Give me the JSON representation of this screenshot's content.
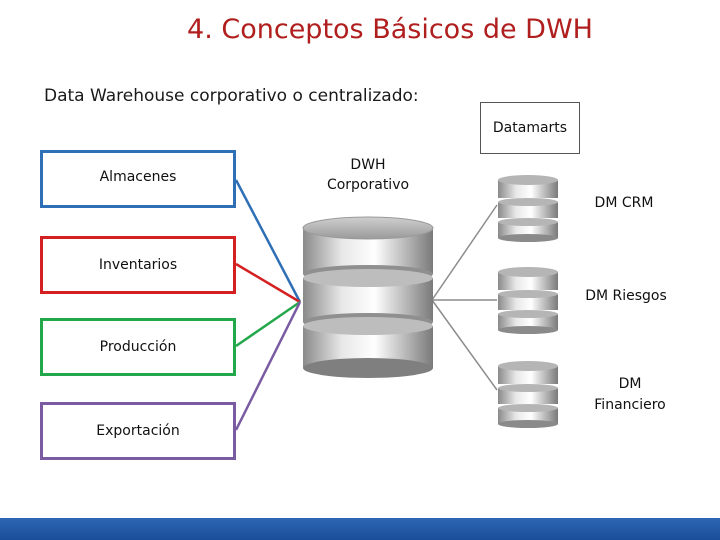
{
  "title": "4. Conceptos Básicos de DWH",
  "subtitle": "Data Warehouse corporativo o centralizado:",
  "sources": [
    {
      "label": "Almacenes",
      "color": "#2e6fb5"
    },
    {
      "label": "Inventarios",
      "color": "#d42020"
    },
    {
      "label": "Producción",
      "color": "#22a84a"
    },
    {
      "label": "Exportación",
      "color": "#7a5aa0"
    }
  ],
  "dwh": {
    "line1": "DWH",
    "line2": "Corporativo",
    "icon": "database-icon"
  },
  "datamarts": {
    "label": "Datamarts",
    "items": [
      {
        "line1": "DM CRM",
        "line2": ""
      },
      {
        "line1": "DM Riesgos",
        "line2": ""
      },
      {
        "line1": "DM",
        "line2": "Financiero"
      }
    ]
  },
  "colors": {
    "title": "#b01e1e",
    "bar": "#1f56a5",
    "connector_gray": "#8c8c8c"
  }
}
